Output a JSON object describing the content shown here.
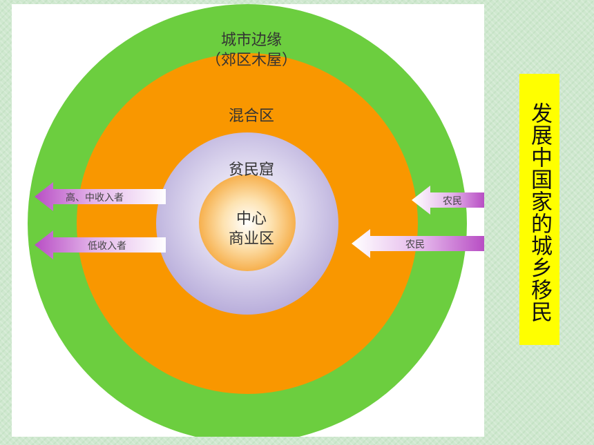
{
  "diagram": {
    "outer_ring": {
      "line1": "城市边缘",
      "line2": "（郊区木屋）",
      "color": "#6cce3f"
    },
    "mixed_ring": {
      "label": "混合区",
      "color": "#f99700"
    },
    "slum_ring": {
      "label": "贫民窟",
      "color": "#c8bfe0"
    },
    "center": {
      "line1": "中心",
      "line2": "商业区",
      "color": "#f8b24a"
    },
    "outflow_arrows": [
      {
        "label": "高、中收入者"
      },
      {
        "label": "低收入者"
      }
    ],
    "inflow_arrows": [
      {
        "label": "农民"
      },
      {
        "label": "农民"
      }
    ],
    "arrow_color": "#c25ec9"
  },
  "side_title": {
    "text": "发展中国家的城乡移民",
    "color": "#ffff00"
  }
}
